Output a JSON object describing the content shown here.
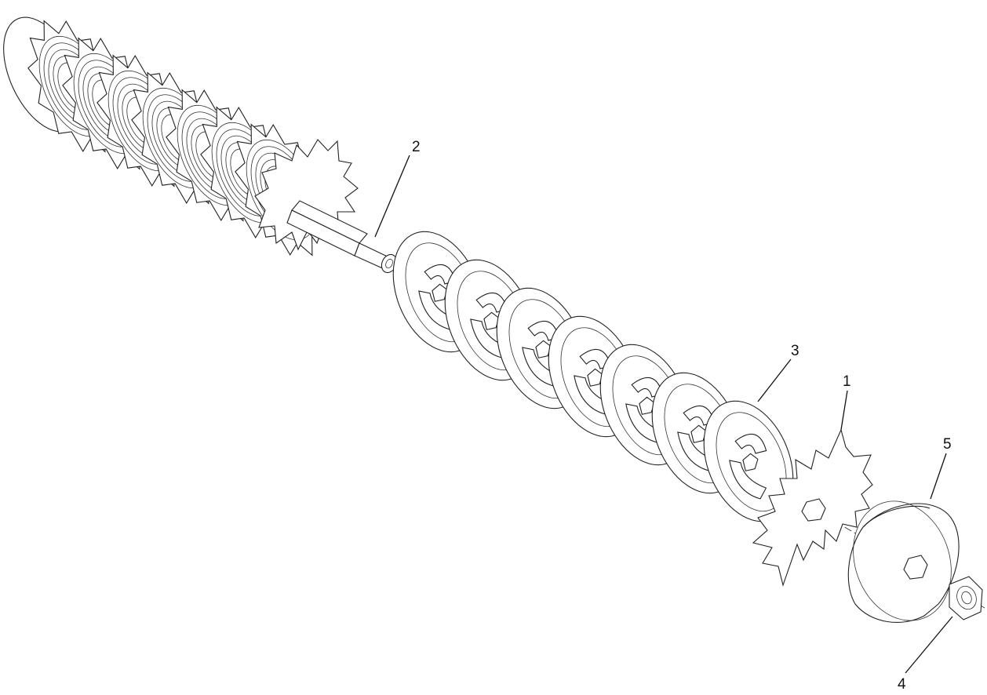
{
  "callouts": {
    "c1": "1",
    "c2": "2",
    "c3": "3",
    "c4": "4",
    "c5": "5"
  },
  "colors": {
    "line": "#222222",
    "background": "#ffffff"
  }
}
